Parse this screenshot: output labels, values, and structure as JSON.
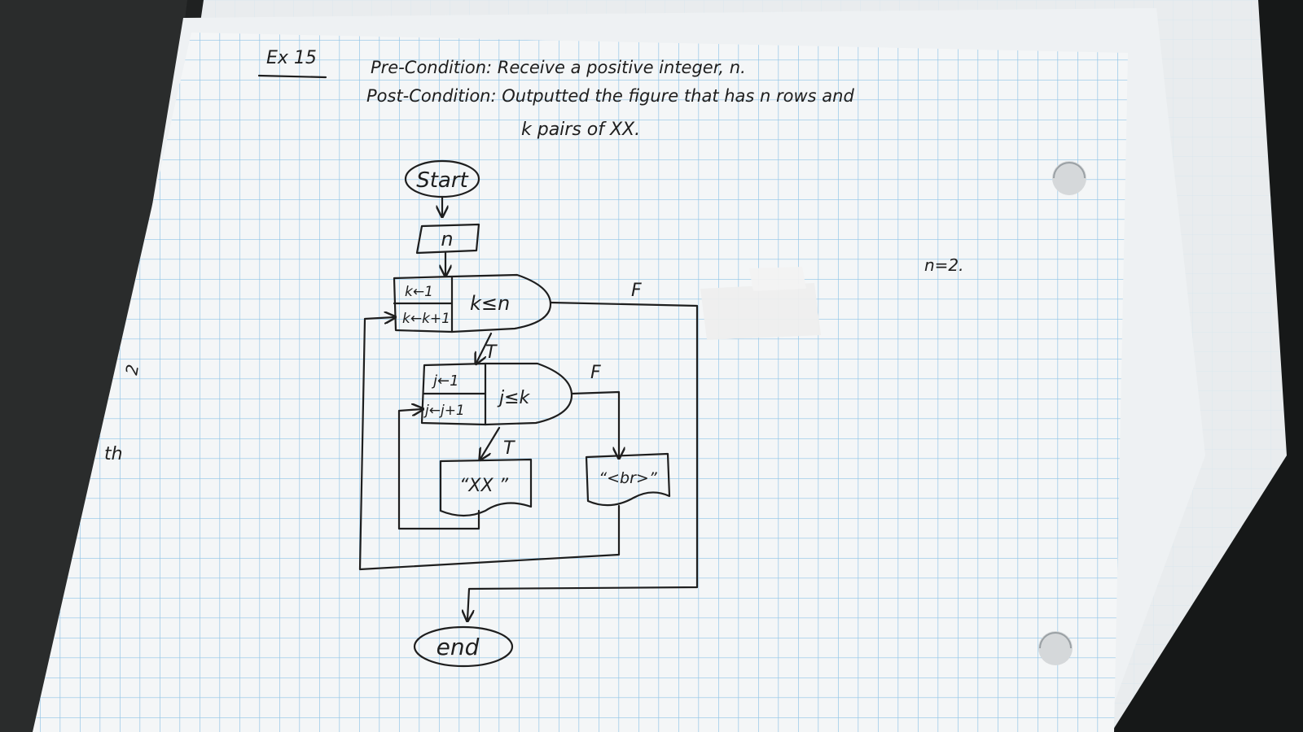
{
  "header": {
    "exercise_label": "Ex 15",
    "precondition": "Pre-Condition: Receive a positive integer, n.",
    "postcondition_line1": "Post-Condition: Outputted the figure that has   n  rows  and",
    "postcondition_line2": "k  pairs of XX."
  },
  "side_note": "n=2.",
  "margin_scribbles": [
    "2",
    "th"
  ],
  "flowchart": {
    "start": "Start",
    "input": "n",
    "outer_loop": {
      "init": "k←1",
      "update": "k←k+1",
      "condition": "k≤n",
      "true_label": "T",
      "false_label": "F"
    },
    "inner_loop": {
      "init": "j←1",
      "update": "j←j+1",
      "condition": "j≤k",
      "true_label": "T",
      "false_label": "F"
    },
    "output_xx": "“XX ”",
    "output_br": "“<br>”",
    "end": "end"
  },
  "colors": {
    "background": "#1f2121",
    "paper": "#f4f6f7",
    "grid": "#8ec3e6",
    "ink": "#1e1e1e",
    "tape": "#eeeeee"
  }
}
